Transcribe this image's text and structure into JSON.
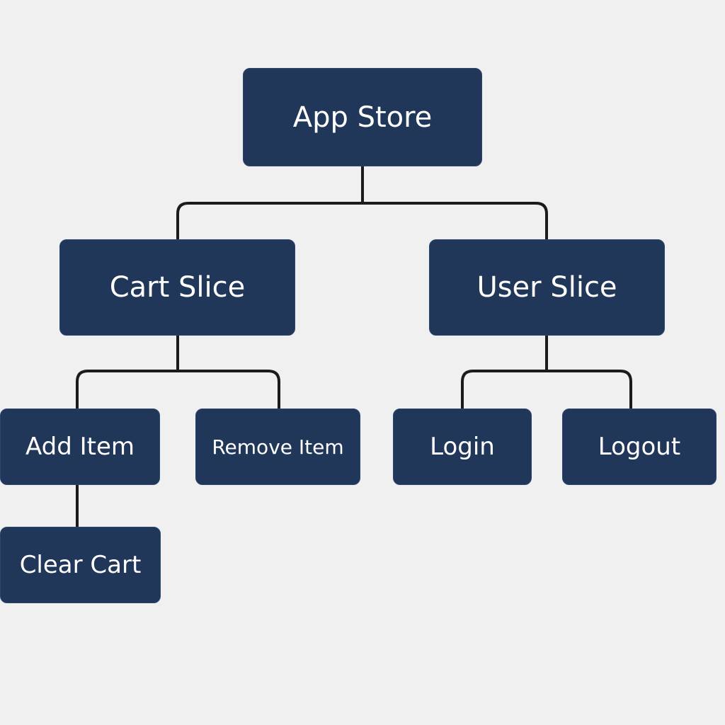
{
  "diagram": {
    "colors": {
      "background": "#f0f0f1",
      "node_fill": "#21375a",
      "node_text": "#ffffff",
      "connector": "#1b1b1b"
    },
    "nodes": {
      "app_store": "App Store",
      "cart_slice": "Cart Slice",
      "user_slice": "User Slice",
      "add_item": "Add Item",
      "remove_item": "Remove Item",
      "login": "Login",
      "logout": "Logout",
      "clear_cart": "Clear Cart"
    },
    "edges": [
      [
        "App Store",
        "Cart Slice"
      ],
      [
        "App Store",
        "User Slice"
      ],
      [
        "Cart Slice",
        "Add Item"
      ],
      [
        "Cart Slice",
        "Remove Item"
      ],
      [
        "User Slice",
        "Login"
      ],
      [
        "User Slice",
        "Logout"
      ],
      [
        "Add Item",
        "Clear Cart"
      ]
    ]
  }
}
